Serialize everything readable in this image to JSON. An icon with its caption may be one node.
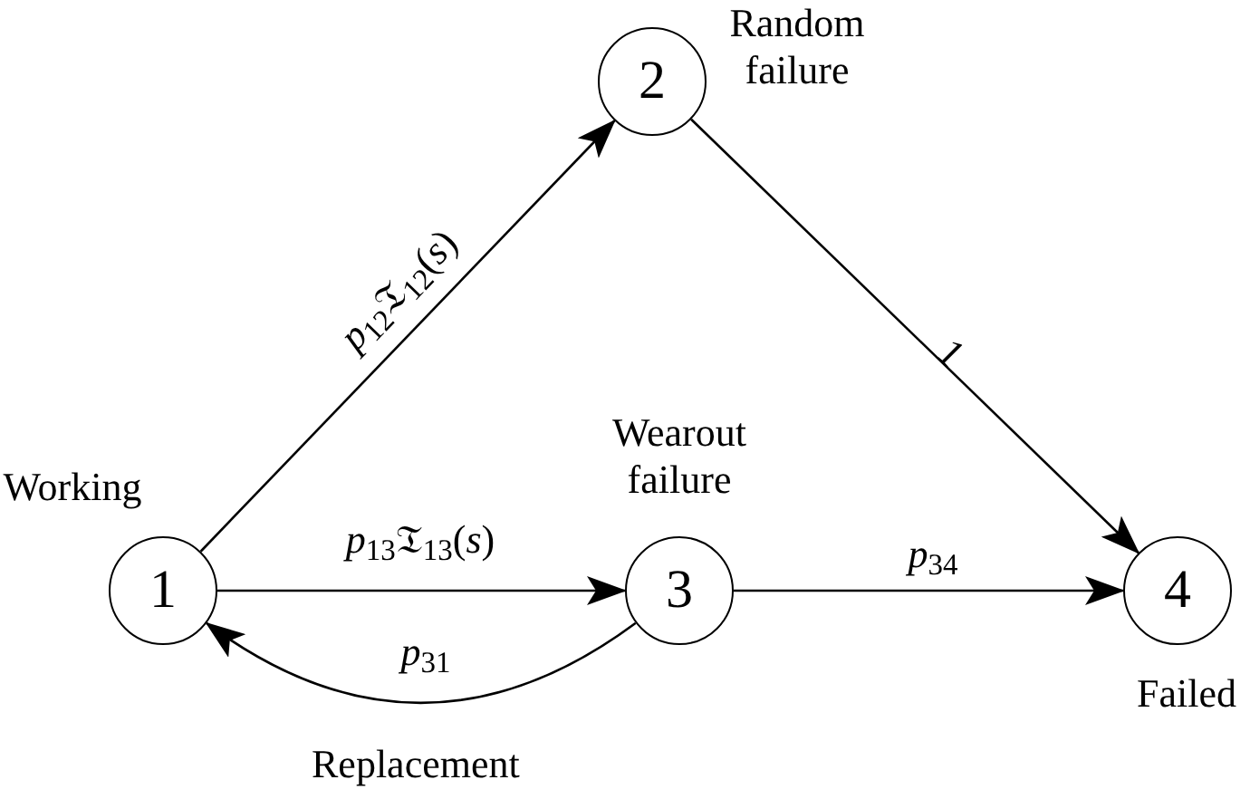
{
  "diagram": {
    "nodes": [
      {
        "text": [
          "1"
        ],
        "beside": [
          "Working"
        ]
      },
      {
        "text": [
          "2"
        ],
        "beside": [
          "Random failure"
        ]
      },
      {
        "text": [
          "3"
        ],
        "beside": [
          "Wearout failure"
        ]
      },
      {
        "text": [
          "4"
        ],
        "beside": [
          "Failed"
        ]
      }
    ],
    "edges": [
      {
        "from": 0,
        "to": 1,
        "arrow": "to",
        "label": "*p*$_{12}$𝔗$_{12}$(*s*)"
      },
      {
        "from": 1,
        "to": 3,
        "arrow": "to",
        "label": "1"
      },
      {
        "from": 0,
        "to": 2,
        "arrow": "to",
        "label": "*p*$_{13}$𝔗$_{13}$(*s*)"
      },
      {
        "from": 2,
        "to": 3,
        "arrow": "to",
        "label": "*p*$_{34}$"
      },
      {
        "from": 2,
        "to": 0,
        "arrow": "to",
        "label": "*p*$_{31}$"
      }
    ],
    "labels": [
      "Replacement"
    ]
  }
}
